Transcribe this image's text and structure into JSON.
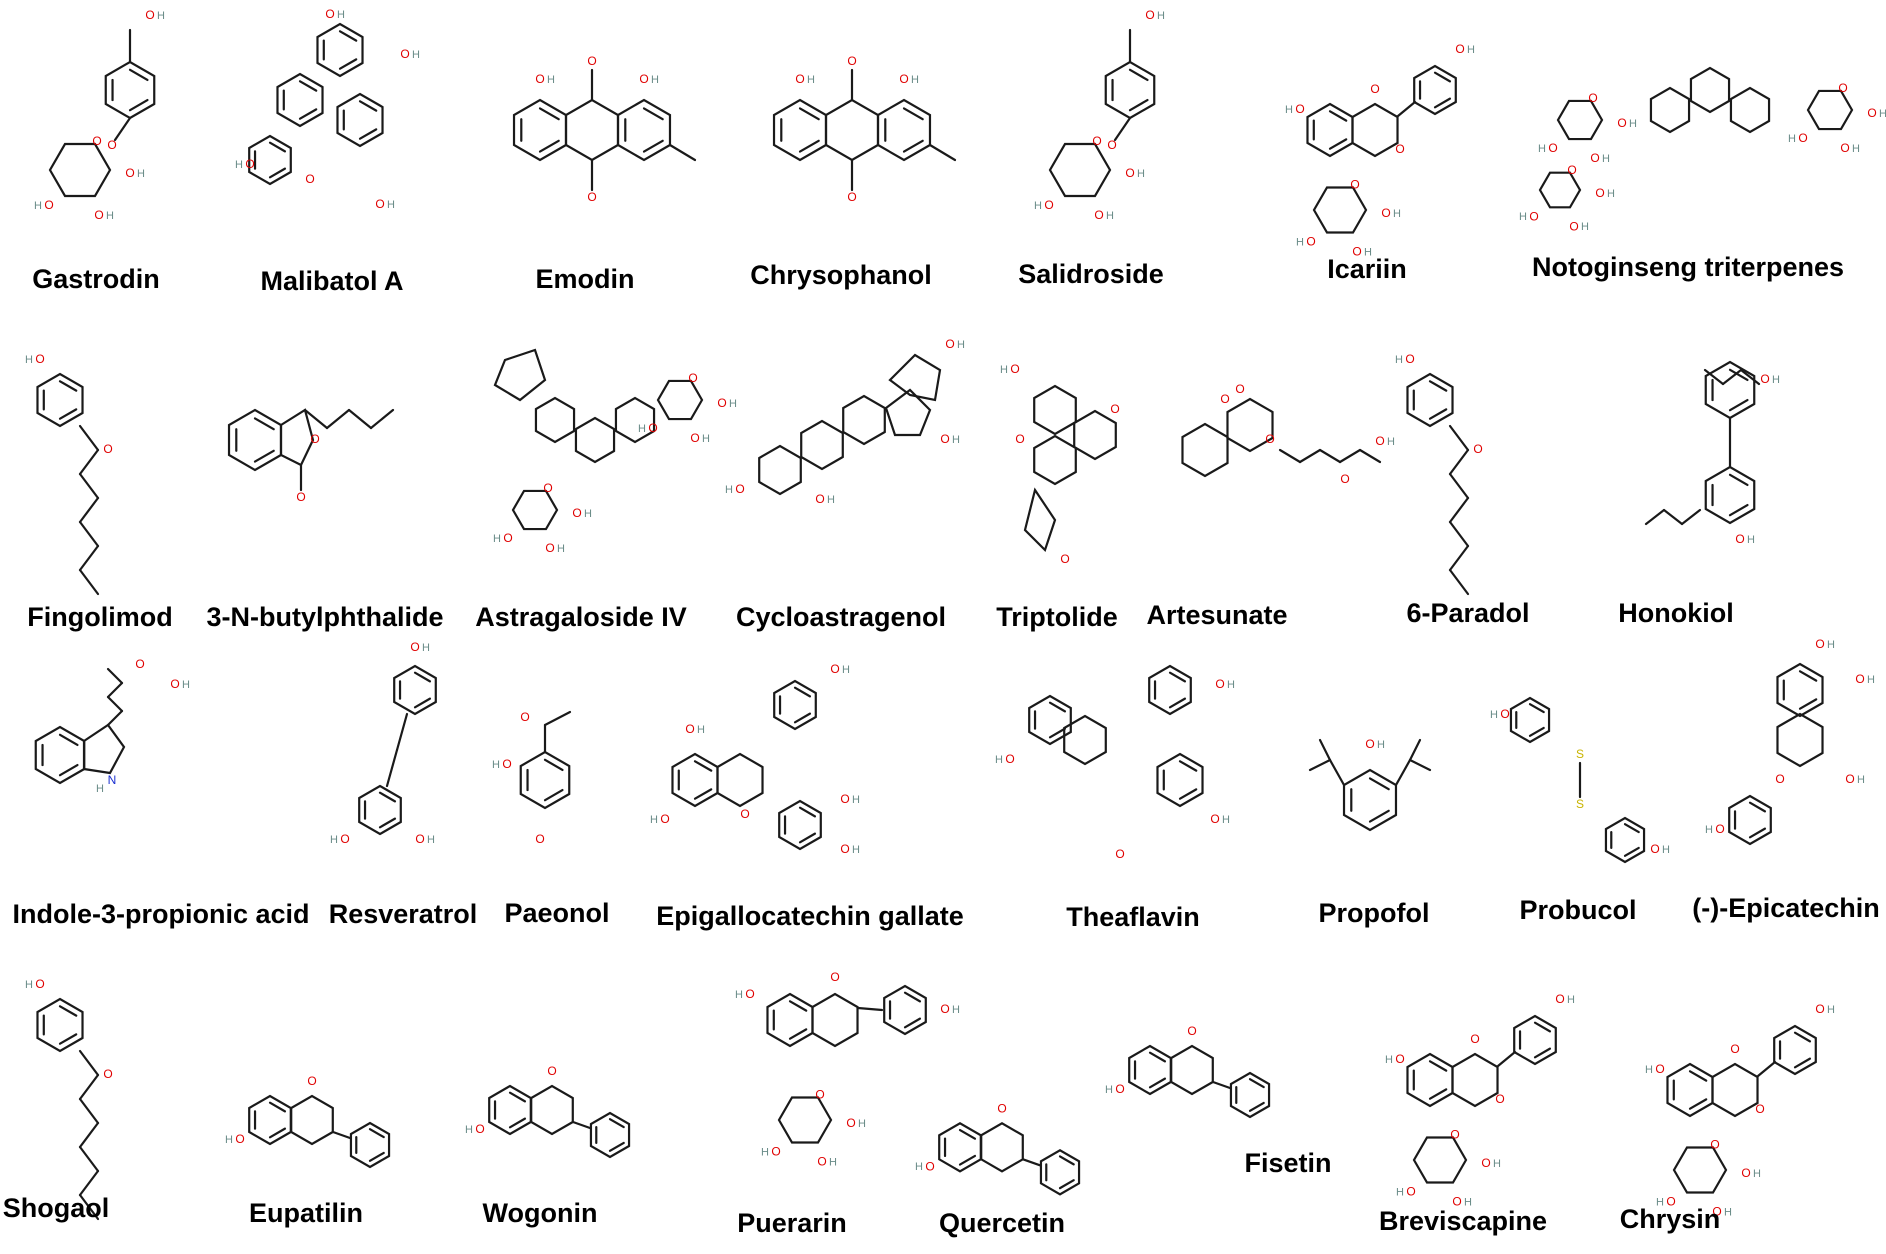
{
  "compounds": [
    {
      "name": "Gastrodin"
    },
    {
      "name": "Malibatol A"
    },
    {
      "name": "Emodin"
    },
    {
      "name": "Chrysophanol"
    },
    {
      "name": "Salidroside"
    },
    {
      "name": "Icariin"
    },
    {
      "name": "Notoginseng triterpenes"
    },
    {
      "name": "Fingolimod"
    },
    {
      "name": "3-N-butylphthalide"
    },
    {
      "name": "Astragaloside IV"
    },
    {
      "name": "Cycloastragenol"
    },
    {
      "name": "Triptolide"
    },
    {
      "name": "Artesunate"
    },
    {
      "name": "6-Paradol"
    },
    {
      "name": "Honokiol"
    },
    {
      "name": "Indole-3-propionic acid"
    },
    {
      "name": "Resveratrol"
    },
    {
      "name": "Paeonol"
    },
    {
      "name": "Epigallocatechin gallate"
    },
    {
      "name": "Theaflavin"
    },
    {
      "name": "Propofol"
    },
    {
      "name": "Probucol"
    },
    {
      "name": "(-)-Epicatechin"
    },
    {
      "name": "Shogaol"
    },
    {
      "name": "Eupatilin"
    },
    {
      "name": "Wogonin"
    },
    {
      "name": "Puerarin"
    },
    {
      "name": "Quercetin"
    },
    {
      "name": "Fisetin"
    },
    {
      "name": "Breviscapine"
    },
    {
      "name": "Chrysin"
    }
  ],
  "atom_labels": {
    "oxygen": "O",
    "hydroxyl_h": "H",
    "nitrogen": "N",
    "sulfur": "S"
  }
}
